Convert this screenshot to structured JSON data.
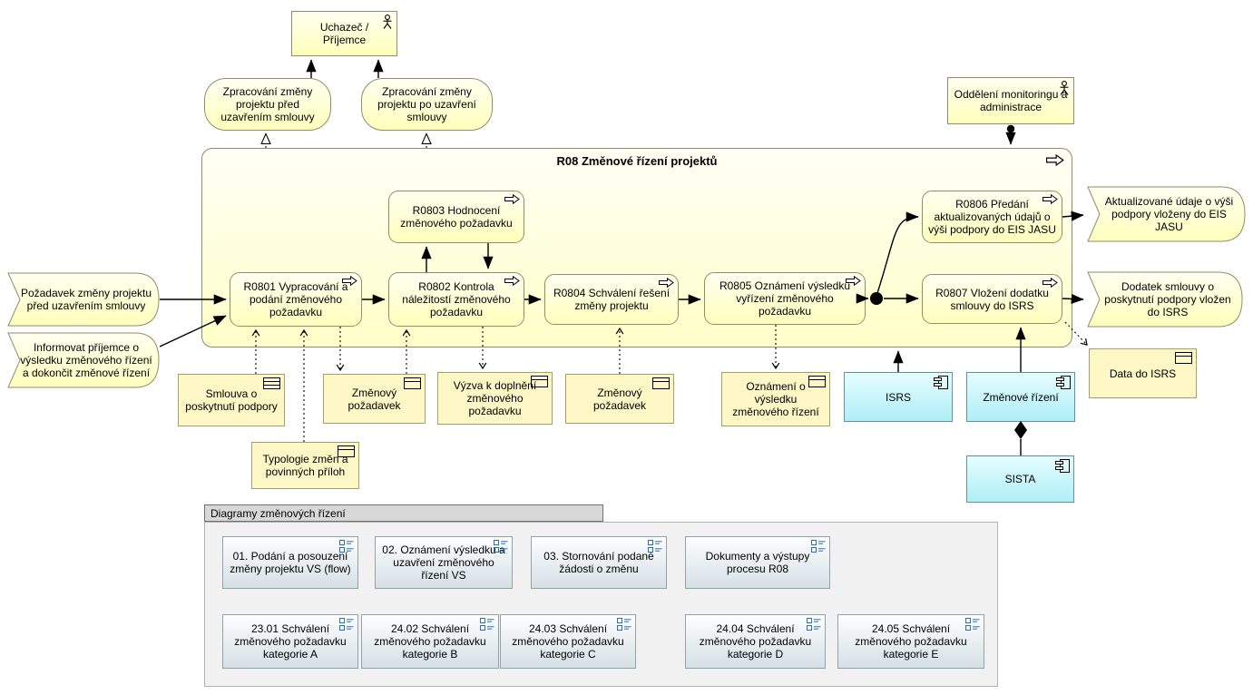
{
  "nodes": {
    "uchazec": "Uchazeč / Příjemce",
    "oddeleni": "Oddělení monitoringu a administrace",
    "sluzba_pred": "Zpracování změny projektu před uzavřením smlouvy",
    "sluzba_po": "Zpracování změny projektu po uzavření smlouvy"
  },
  "container": {
    "title": "R08 Změnové řízení projektů",
    "processes": {
      "r0801": "R0801 Vypracování a podání změnového požadavku",
      "r0802": "R0802 Kontrola náležitostí změnového požadavku",
      "r0803": "R0803 Hodnocení změnového požadavku",
      "r0804": "R0804 Schválení řešení změny projektu",
      "r0805": "R0805 Oznámení výsledku vyřízení změnového požadavku",
      "r0806": "R0806 Předání aktualizovaných údajů o výši podpory do EIS JASU",
      "r0807": "R0807 Vložení dodatku smlouvy do ISRS"
    }
  },
  "events": {
    "pozadavek": "Požadavek změny projektu před uzavřením smlouvy",
    "informovat": "Informovat příjemce o výsledku změnového řízení a dokončit změnové řízení",
    "aktualizovane": "Aktualizované údaje o výši podpory vloženy do EIS JASU",
    "dodatek": "Dodatek smlouvy o poskytnutí podpory vložen do ISRS"
  },
  "objects": {
    "smlouva": "Smlouva o poskytnutí podpory",
    "zmenovy_1": "Změnový požadavek",
    "vyzva": "Výzva k doplnění změnového požadavku",
    "zmenovy_2": "Změnový požadavek",
    "oznameni": "Oznámení o výsledku změnového řízení",
    "typologie": "Typologie změn a povinných příloh",
    "data_isrs": "Data do ISRS"
  },
  "components": {
    "isrs": "ISRS",
    "zmenove_rizeni": "Změnové řízení",
    "sista": "SISTA"
  },
  "group": {
    "title": "Diagramy změnových řízení",
    "row1": [
      {
        "label": "01. Podání a posouzení změny projektu VS (flow)"
      },
      {
        "label": "02. Oznámení výsledku a uzavření změnového řízení VS"
      },
      {
        "label": "03. Stornování podané žádosti o změnu"
      },
      {
        "label": "Dokumenty a výstupy procesu R08"
      }
    ],
    "row2": [
      {
        "label": "23.01 Schválení změnového požadavku kategorie A"
      },
      {
        "label": "24.02 Schválení změnového požadavku kategorie B"
      },
      {
        "label": "24.03 Schválení změnového požadavku kategorie C"
      },
      {
        "label": "24.04 Schválení změnového požadavku kategorie D"
      },
      {
        "label": "24.05 Schválení změnového požadavku kategorie E"
      }
    ]
  },
  "colors": {
    "element_yellow": "#ffffbb",
    "element_cyan": "#aeeef6",
    "group_gray": "#d8d8d8",
    "view_icon_blue": "#2c6fad",
    "line_black": "#000000"
  }
}
